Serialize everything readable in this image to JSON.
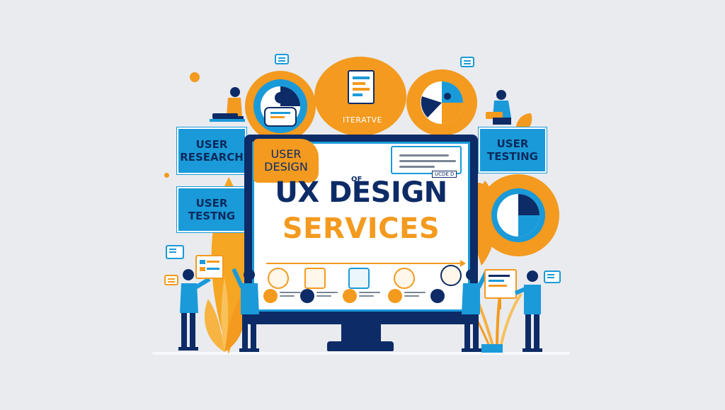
{
  "title": {
    "line1": "UX DESIGN",
    "line2": "SERVICES",
    "of": "OF"
  },
  "labels": {
    "user_research": [
      "USER",
      "RESEARCH"
    ],
    "user_testing_left": [
      "USER",
      "TESTNG"
    ],
    "user_testing_right": [
      "USER",
      "TESTING"
    ],
    "user_design": [
      "USER",
      "DESIGN"
    ],
    "iterative": "ITERATVE",
    "small_tag": "UCDE D"
  },
  "colors": {
    "background": "#e9ebef",
    "navy": "#0d2b66",
    "orange": "#f39a1f",
    "blue": "#1a9ad9",
    "white": "#ffffff"
  },
  "icons": [
    "chat-bubble-icon",
    "document-icon",
    "pie-chart-icon",
    "person-icon",
    "plant-icon"
  ]
}
